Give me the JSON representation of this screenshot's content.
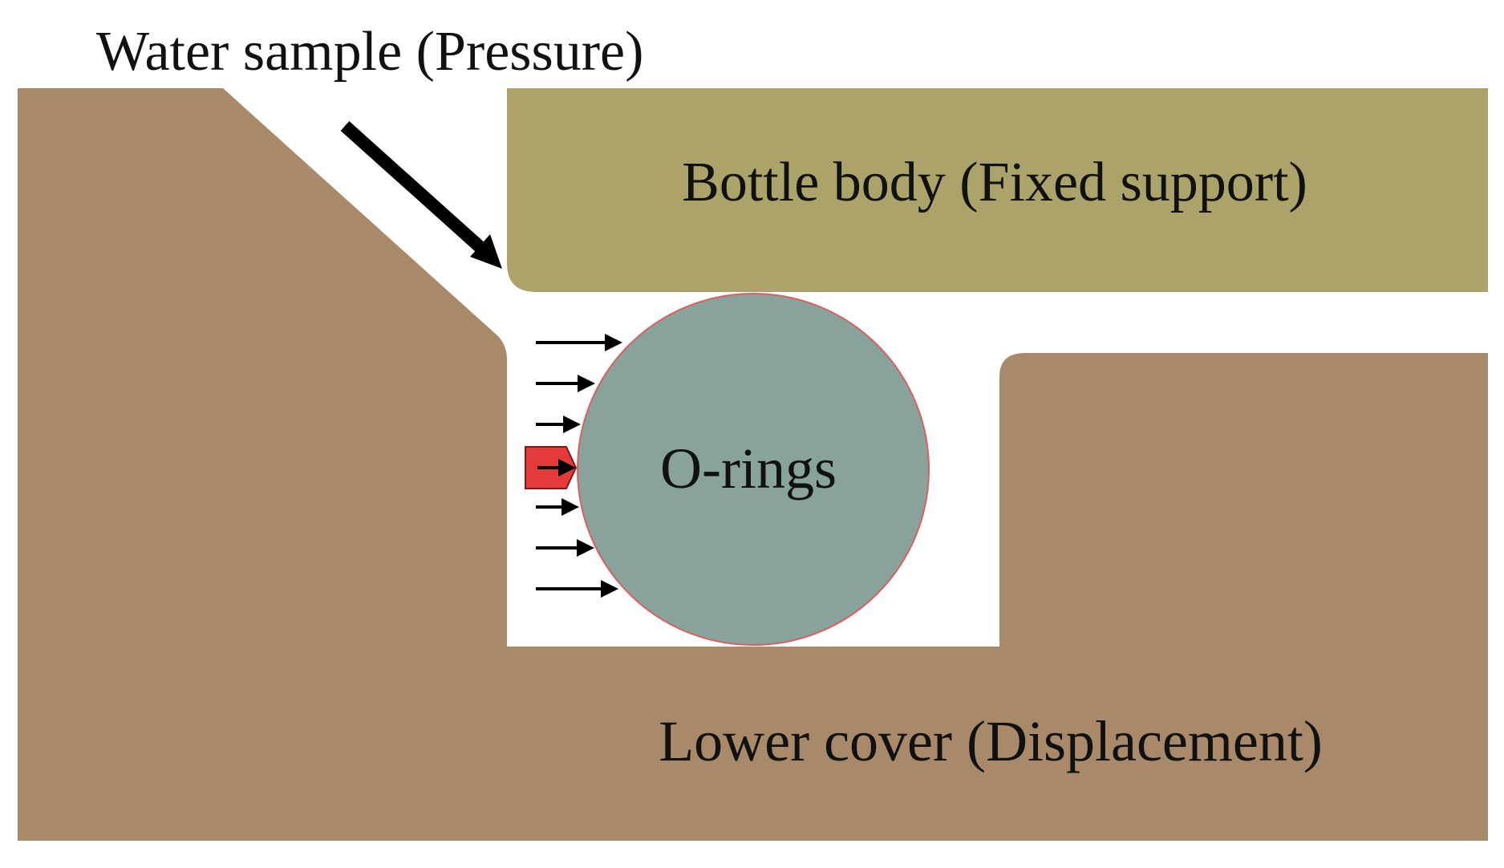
{
  "labels": {
    "water_sample": "Water sample (Pressure)",
    "bottle_body": "Bottle body (Fixed support)",
    "o_rings": "O-rings",
    "lower_cover": "Lower cover (Displacement)"
  },
  "pressure_arrow_count": 7,
  "colors": {
    "lower_cover": "#a8896a",
    "bottle_body": "#aba36a",
    "o_ring": "#88a39c",
    "o_ring_edge": "#d86060",
    "fixed_marker": "#e43a3a",
    "arrow": "#000000",
    "background": "#ffffff"
  }
}
